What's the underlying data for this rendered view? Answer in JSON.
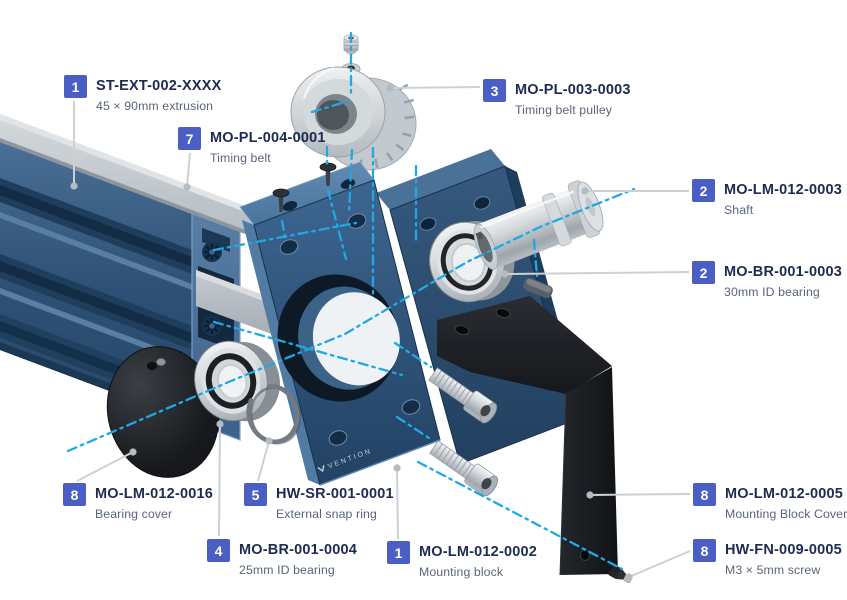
{
  "diagram": {
    "type": "exploded-assembly-diagram",
    "brand_mark": "VENTION",
    "colors": {
      "badge": "#4a5ec4",
      "label_title": "#1d2b4f",
      "label_desc": "#5a6579",
      "leader": "#ccd1d6",
      "leader_dot": "#b4bbc2",
      "accent": "#1fa9e4",
      "extrusion_blue": "#2e5075",
      "block_blue": "#2f547a",
      "metal_silver": "#c9cfd4",
      "belt_gray": "#b7bec5",
      "cover_black": "#17191d"
    },
    "labels": [
      {
        "num": "1",
        "part": "ST-EXT-002-XXXX",
        "desc": "45 × 90mm extrusion"
      },
      {
        "num": "7",
        "part": "MO-PL-004-0001",
        "desc": "Timing belt"
      },
      {
        "num": "3",
        "part": "MO-PL-003-0003",
        "desc": "Timing belt pulley"
      },
      {
        "num": "2",
        "part": "MO-LM-012-0003",
        "desc": "Shaft"
      },
      {
        "num": "2",
        "part": "MO-BR-001-0003",
        "desc": "30mm ID bearing"
      },
      {
        "num": "8",
        "part": "MO-LM-012-0016",
        "desc": "Bearing cover"
      },
      {
        "num": "5",
        "part": "HW-SR-001-0001",
        "desc": "External snap ring"
      },
      {
        "num": "4",
        "part": "MO-BR-001-0004",
        "desc": "25mm ID bearing"
      },
      {
        "num": "1",
        "part": "MO-LM-012-0002",
        "desc": "Mounting block"
      },
      {
        "num": "8",
        "part": "MO-LM-012-0005",
        "desc": "Mounting Block Cover"
      },
      {
        "num": "8",
        "part": "HW-FN-009-0005",
        "desc": "M3 × 5mm screw"
      }
    ]
  }
}
